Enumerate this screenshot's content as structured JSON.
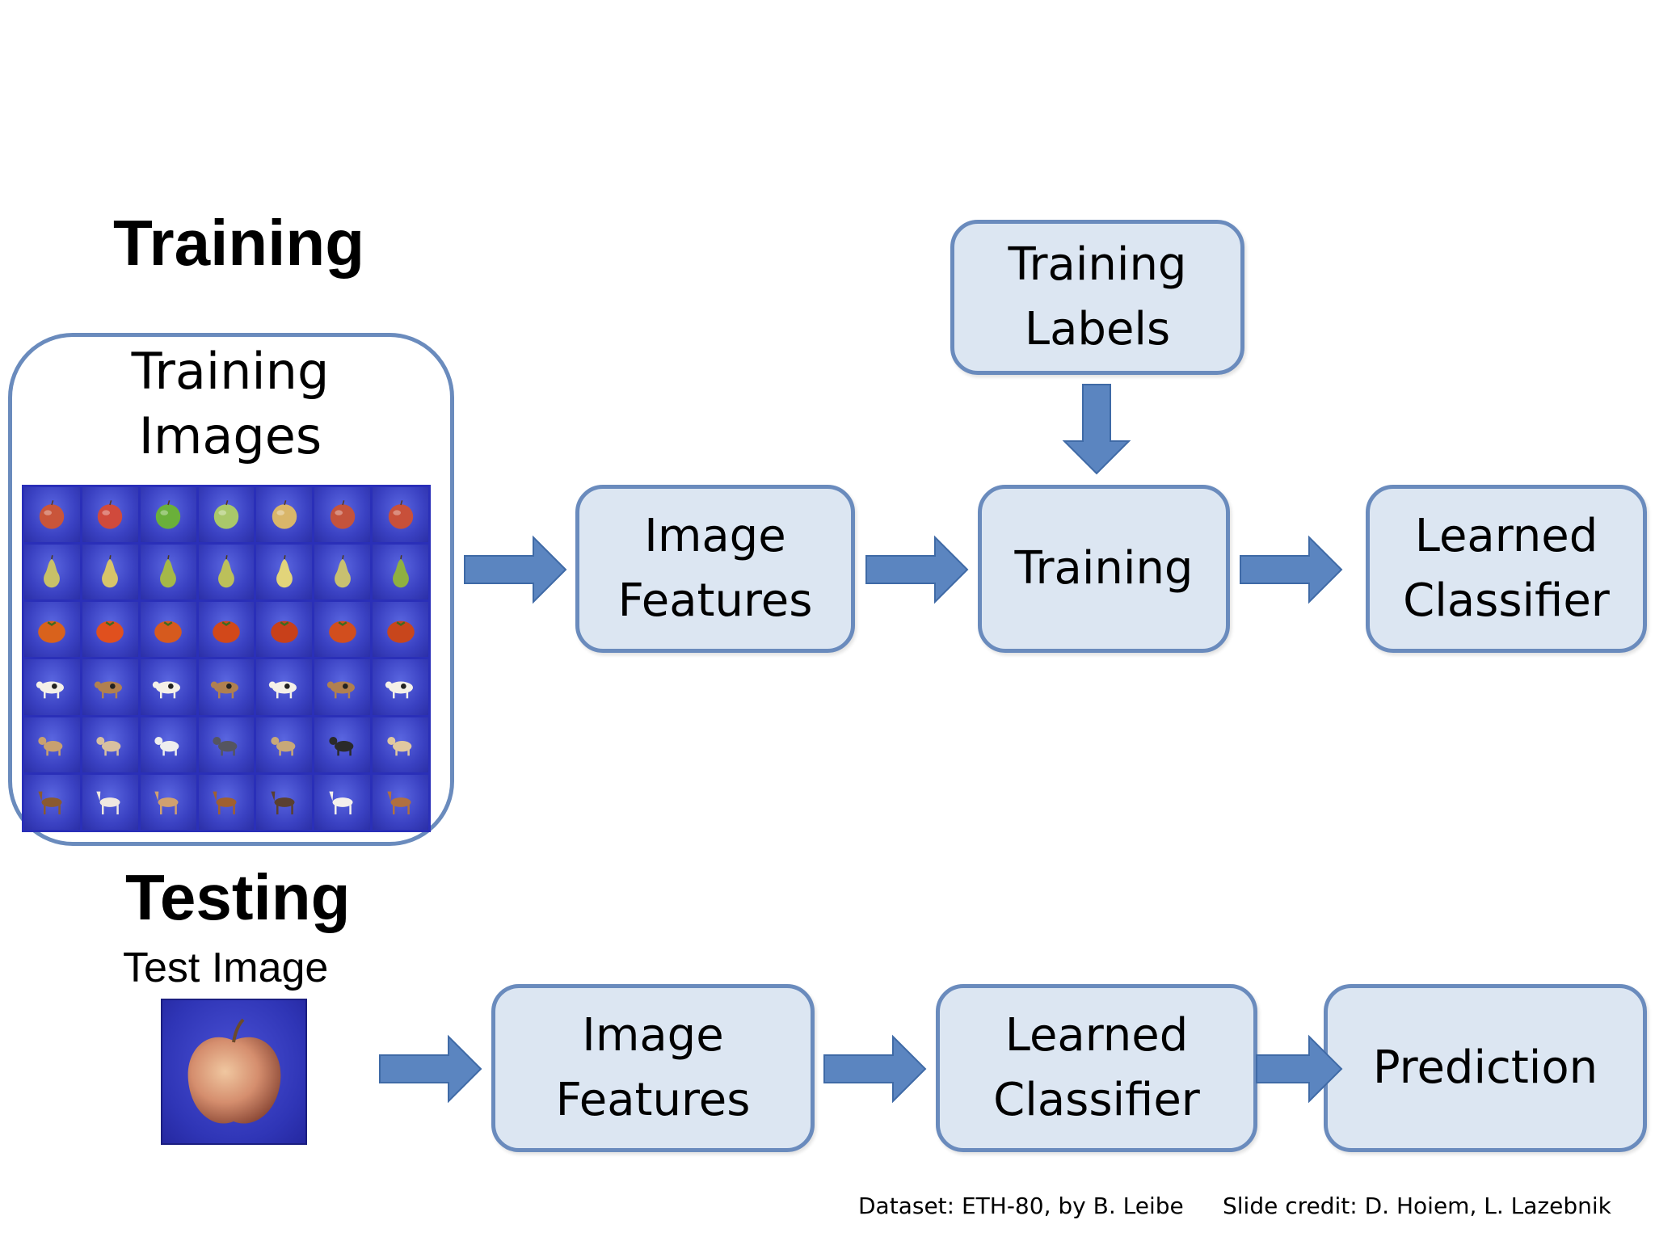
{
  "headings": {
    "training": "Training",
    "testing": "Testing"
  },
  "training_row": {
    "images_title": "Training Images",
    "images_title_line1": "Training",
    "images_title_line2": "Images",
    "features": {
      "line1": "Image",
      "line2": "Features"
    },
    "labels": {
      "line1": "Training",
      "line2": "Labels"
    },
    "training": "Training",
    "classifier": {
      "line1": "Learned",
      "line2": "Classifier"
    }
  },
  "testing_row": {
    "test_image_label": "Test Image",
    "features": {
      "line1": "Image",
      "line2": "Features"
    },
    "classifier": {
      "line1": "Learned",
      "line2": "Classifier"
    },
    "prediction": "Prediction"
  },
  "image_grid": {
    "rows": [
      "apple",
      "pear",
      "tomato",
      "cow",
      "dog",
      "horse"
    ],
    "columns": 7
  },
  "footer": {
    "dataset": "Dataset: ETH-80, by B. Leibe",
    "credit": "Slide credit: D. Hoiem, L. Lazebnik"
  },
  "colors": {
    "box_fill": "#dce6f2",
    "box_border": "#6a8bbd",
    "arrow": "#5b85c0",
    "grid_background": "#2a2fb8"
  }
}
